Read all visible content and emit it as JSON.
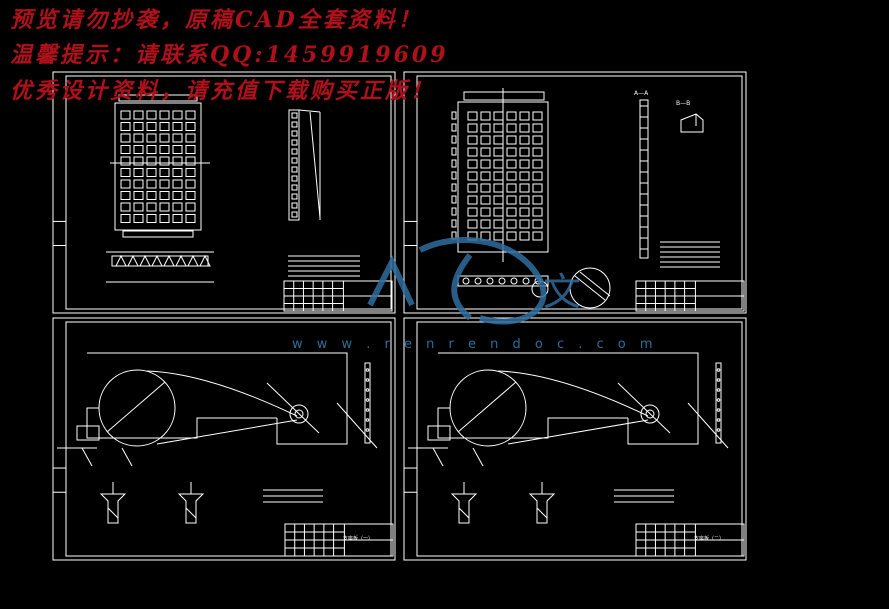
{
  "watermark": {
    "line1": "预览请勿抄袭，原稿CAD全套资料！",
    "line2": "温馨提示：请联系QQ:1459919609",
    "line3": "优秀设计资料，请充值下载购买正版！",
    "url": "w w w . r e n r e n d o c . c o m",
    "color": "#b0101a"
  },
  "logo": {
    "text": "人人文库",
    "color": "#2e6d9e"
  },
  "drawing": {
    "line_color": "#ffffff",
    "background": "#000000",
    "sheet_labels": {
      "sheet2_section": "A—A",
      "sheet2_detail": "B—B",
      "sheet3_title": "支座板（一）",
      "sheet4_title": "支座板（二）"
    }
  }
}
